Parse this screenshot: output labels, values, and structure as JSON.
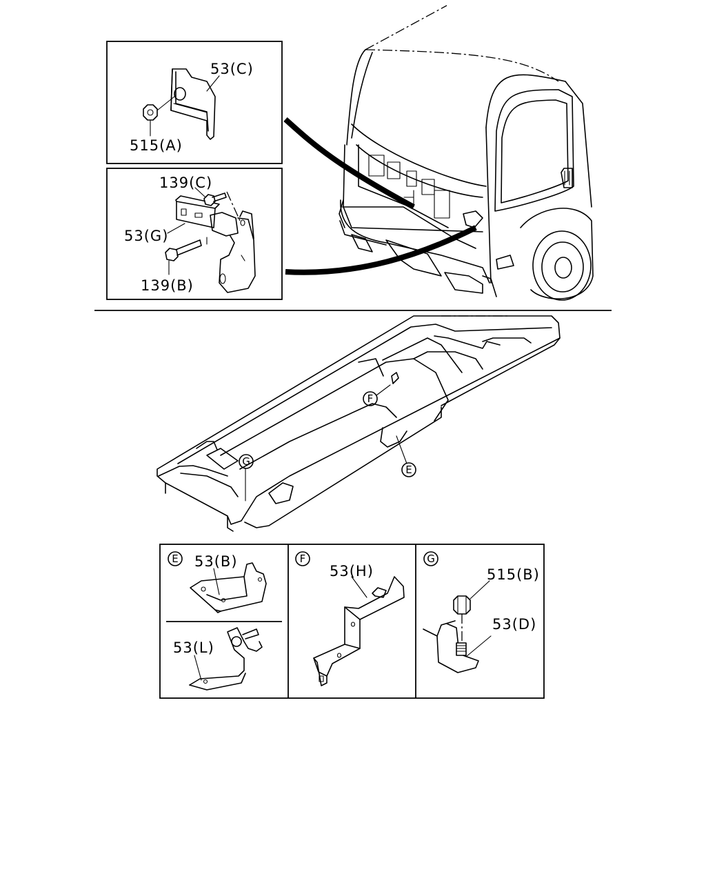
{
  "callouts": {
    "inset_top": {
      "part": "53(C)",
      "fastener": "515(A)"
    },
    "inset_bracket": {
      "bolt_upper": "139(C)",
      "part": "53(G)",
      "bolt_lower": "139(B)"
    },
    "panel_E": {
      "circle": "E",
      "upper": "53(B)",
      "lower": "53(L)"
    },
    "panel_F": {
      "circle": "F",
      "part": "53(H)"
    },
    "panel_G": {
      "circle": "G",
      "nut": "515(B)",
      "part": "53(D)"
    }
  },
  "frame_markers": {
    "f": "F",
    "e": "E",
    "g": "G"
  }
}
